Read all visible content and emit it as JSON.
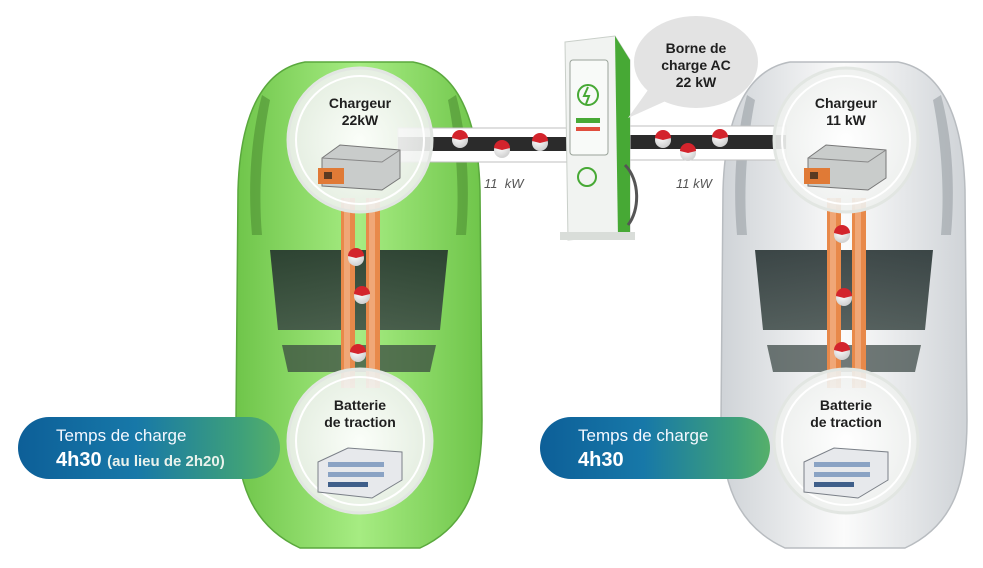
{
  "left_car": {
    "charger_label": "Chargeur\n22kW",
    "battery_label": "Batterie\nde traction",
    "link_power": "11  kW",
    "charge_time": {
      "title": "Temps de charge",
      "value": "4h30",
      "note": "(au lieu de 2h20)"
    }
  },
  "right_car": {
    "charger_label": "Chargeur\n11  kW",
    "battery_label": "Batterie\nde traction",
    "link_power": "11 kW",
    "charge_time": {
      "title": "Temps de charge",
      "value": "4h30"
    }
  },
  "station": {
    "bubble_label": "Borne de\ncharge AC\n22 kW"
  },
  "colors": {
    "left_car_body": "#8fdc6a",
    "right_car_body": "#e9ecef",
    "flow_orange": "#e8894a",
    "station_green": "#47a935",
    "label_gradient_start": "#0d5f98",
    "label_gradient_end": "#56b06a"
  }
}
